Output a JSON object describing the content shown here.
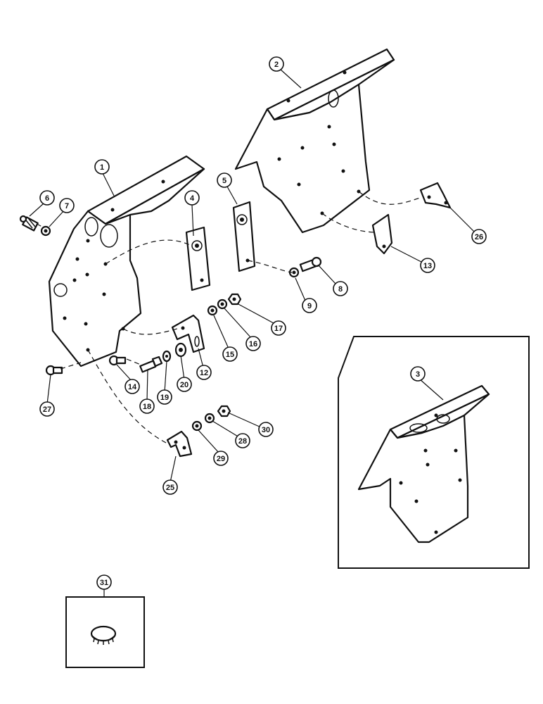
{
  "callouts": {
    "c1": "1",
    "c2": "2",
    "c3": "3",
    "c4": "4",
    "c5": "5",
    "c6": "6",
    "c7": "7",
    "c8": "8",
    "c9": "9",
    "c12": "12",
    "c13": "13",
    "c14": "14",
    "c15": "15",
    "c16": "16",
    "c17": "17",
    "c18": "18",
    "c19": "19",
    "c20": "20",
    "c25": "25",
    "c26": "26",
    "c27": "27",
    "c28": "28",
    "c29": "29",
    "c30": "30",
    "c31": "31"
  }
}
